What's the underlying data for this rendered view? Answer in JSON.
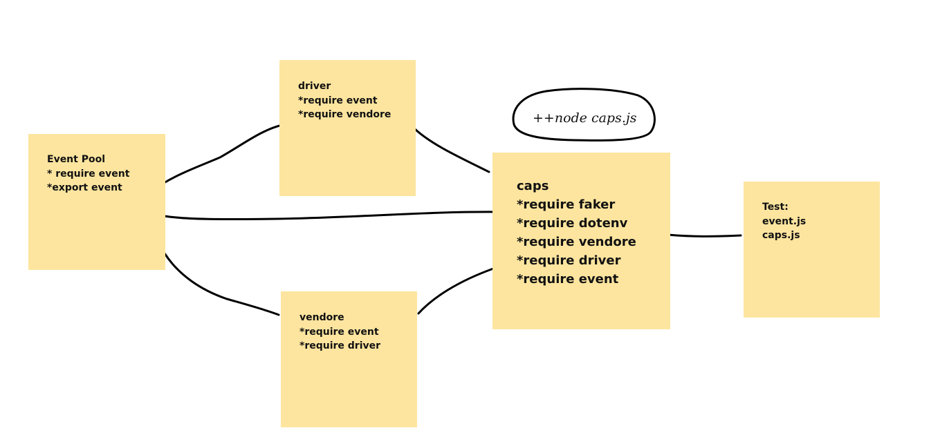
{
  "diagram": {
    "notes": [
      {
        "id": "event-pool",
        "lines": [
          "Event Pool",
          "* require event",
          "*export event"
        ]
      },
      {
        "id": "driver",
        "lines": [
          "driver",
          "*require event",
          "*require vendore"
        ]
      },
      {
        "id": "vendore",
        "lines": [
          "vendore",
          "*require event",
          "*require driver"
        ]
      },
      {
        "id": "caps",
        "lines": [
          "caps",
          "*require faker",
          "*require dotenv",
          "*require vendore",
          "*require driver",
          "*require event"
        ]
      },
      {
        "id": "test",
        "lines": [
          "Test:",
          "event.js",
          "caps.js"
        ]
      }
    ],
    "command_bubble": {
      "text": "++node caps.js"
    },
    "colors": {
      "note_fill": "#fde59f",
      "ink": "#000000",
      "background": "#ffffff"
    }
  }
}
